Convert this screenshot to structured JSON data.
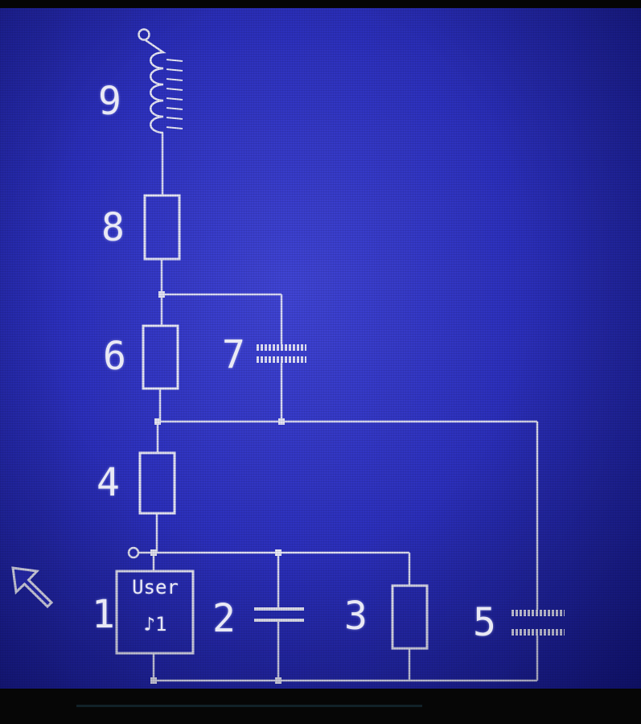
{
  "screen": {
    "background": "#2c30bd",
    "line_color": "#e9e9f5",
    "bezel": "#000000"
  },
  "components": {
    "c1": {
      "label": "1",
      "type": "user-source"
    },
    "c2": {
      "label": "2",
      "type": "capacitor"
    },
    "c3": {
      "label": "3",
      "type": "resistor"
    },
    "c4": {
      "label": "4",
      "type": "resistor"
    },
    "c5": {
      "label": "5",
      "type": "capacitor"
    },
    "c6": {
      "label": "6",
      "type": "resistor"
    },
    "c7": {
      "label": "7",
      "type": "capacitor"
    },
    "c8": {
      "label": "8",
      "type": "resistor"
    },
    "c9": {
      "label": "9",
      "type": "inductor"
    }
  },
  "user_box": {
    "line1": "User",
    "line2": "♪1"
  }
}
